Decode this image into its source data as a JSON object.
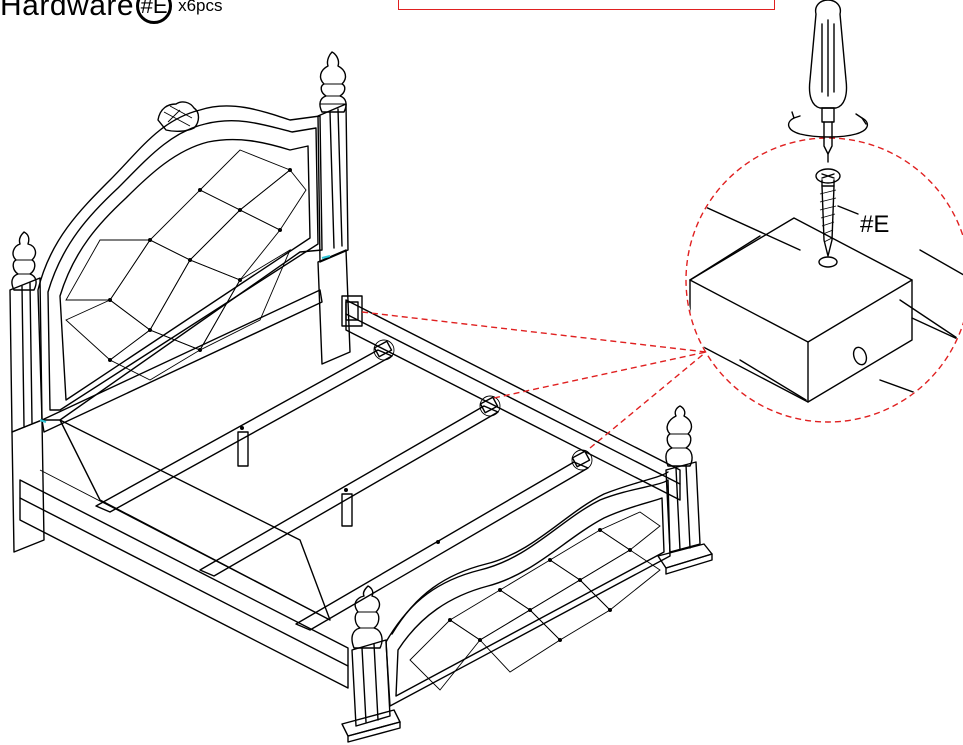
{
  "header": {
    "title": "Hardware",
    "part_id": "#E",
    "quantity": "x6pcs"
  },
  "callout": {
    "part_label": "#E"
  },
  "colors": {
    "line": "#000000",
    "callout": "#e02020",
    "accent": "#2ec4d6"
  },
  "icons": [
    "screwdriver-icon",
    "screw-icon",
    "rotation-arrow-icon"
  ]
}
